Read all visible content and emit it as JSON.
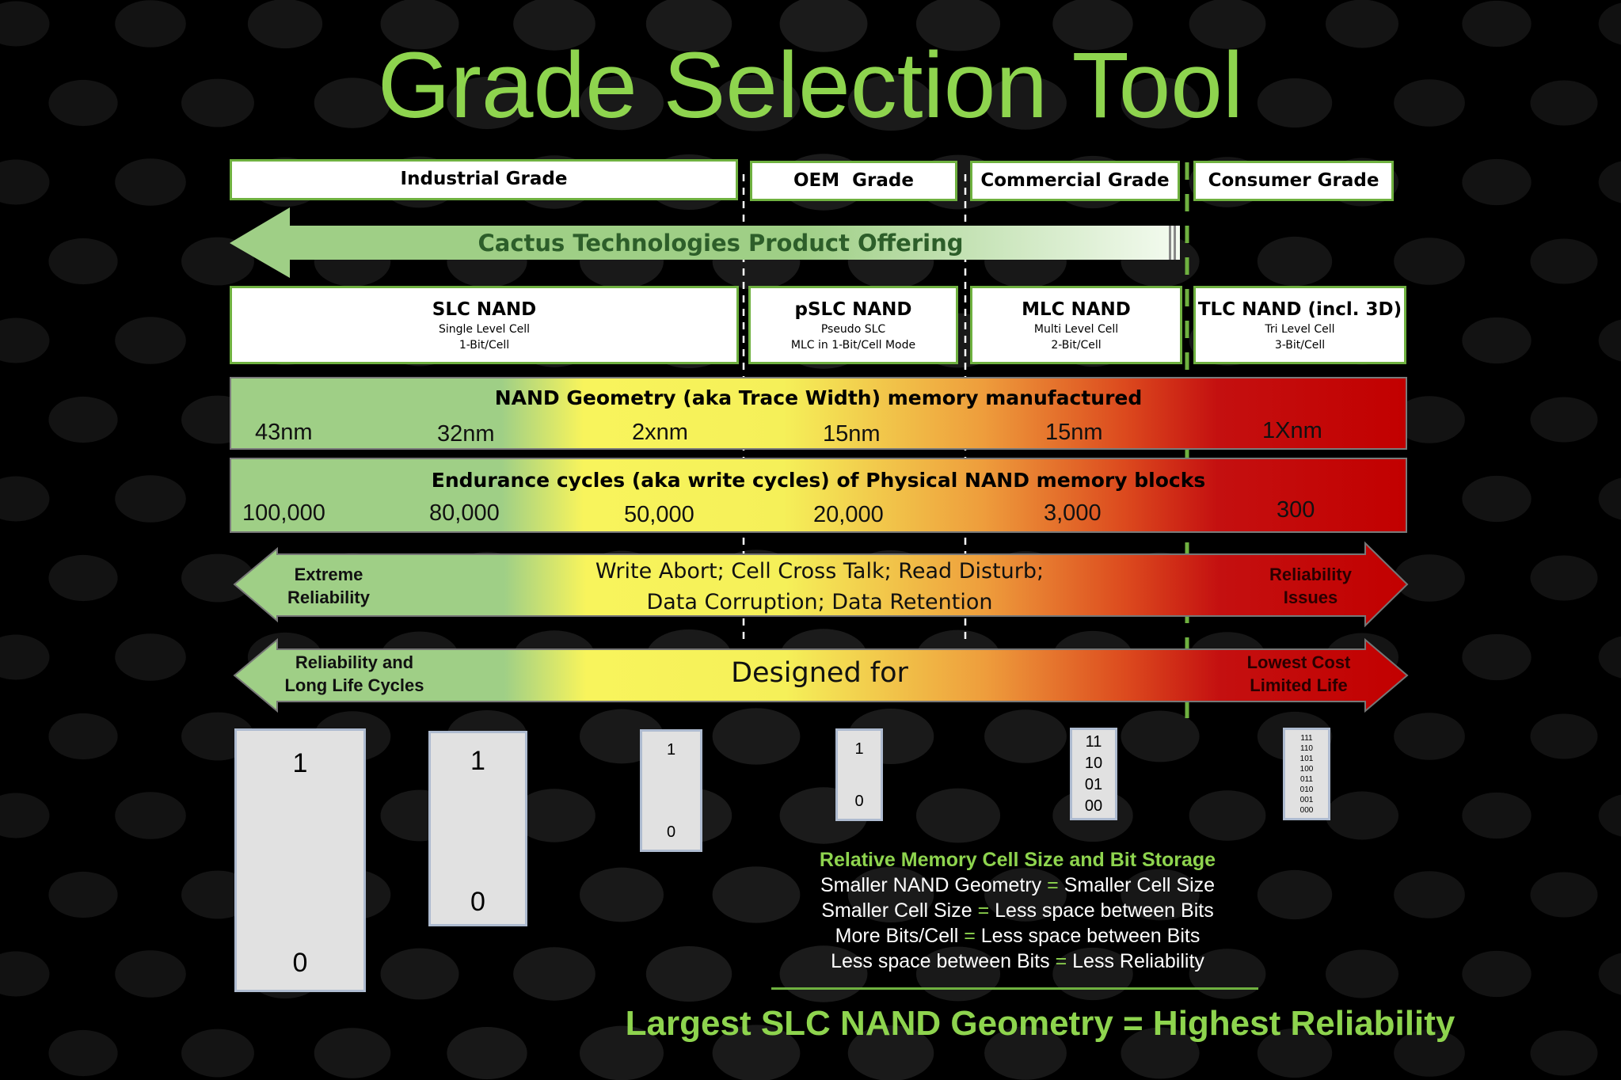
{
  "title": "Grade Selection Tool",
  "grades": {
    "industrial": "Industrial Grade",
    "oem": "OEM  Grade",
    "commercial": "Commercial Grade",
    "consumer": "Consumer Grade"
  },
  "product_offering": "Cactus Technologies Product Offering",
  "nand_types": {
    "slc": {
      "name": "SLC NAND",
      "line1": "Single Level Cell",
      "line2": "1-Bit/Cell"
    },
    "pslc": {
      "name": "pSLC NAND",
      "line1": "Pseudo SLC",
      "line2": "MLC in 1-Bit/Cell Mode"
    },
    "mlc": {
      "name": "MLC NAND",
      "line1": "Multi Level Cell",
      "line2": "2-Bit/Cell"
    },
    "tlc": {
      "name": "TLC NAND (incl. 3D)",
      "line1": "Tri Level Cell",
      "line2": "3-Bit/Cell"
    }
  },
  "geometry": {
    "title": "NAND Geometry (aka Trace Width) memory manufactured",
    "values": [
      "43nm",
      "32nm",
      "2xnm",
      "15nm",
      "15nm",
      "1Xnm"
    ]
  },
  "endurance": {
    "title": "Endurance cycles (aka write cycles) of Physical NAND memory blocks",
    "values": [
      "100,000",
      "80,000",
      "50,000",
      "20,000",
      "3,000",
      "300"
    ]
  },
  "reliability_arrow": {
    "left_1": "Extreme",
    "left_2": "Reliability",
    "center_1": "Write Abort; Cell Cross Talk; Read Disturb;",
    "center_2": "Data Corruption; Data Retention",
    "right_1": "Reliability",
    "right_2": "Issues"
  },
  "designed_arrow": {
    "left_1": "Reliability and",
    "left_2": "Long Life Cycles",
    "center": "Designed for",
    "right_1": "Lowest Cost",
    "right_2": "Limited Life"
  },
  "cells": {
    "c1": {
      "top": "1",
      "bottom": "0"
    },
    "c2": {
      "top": "1",
      "bottom": "0"
    },
    "c3": {
      "top": "1",
      "bottom": "0"
    },
    "c4": {
      "top": "1",
      "bottom": "0"
    },
    "c5": [
      "11",
      "10",
      "01",
      "00"
    ],
    "c6": [
      "111",
      "110",
      "101",
      "100",
      "011",
      "010",
      "001",
      "000"
    ]
  },
  "summary": {
    "heading": "Relative Memory Cell Size and Bit Storage",
    "lines": [
      {
        "a": "Smaller NAND Geometry",
        "b": "Smaller Cell Size"
      },
      {
        "a": "Smaller Cell Size",
        "b": "Less space between Bits"
      },
      {
        "a": "More Bits/Cell",
        "b": "Less space between Bits"
      },
      {
        "a": "Less space between Bits",
        "b": "Less Reliability"
      }
    ],
    "eq": "="
  },
  "bottom_line": "Largest SLC NAND Geometry = Highest Reliability",
  "colors": {
    "accent_green": "#8ed44e",
    "box_border": "#6fb140",
    "arrow_green": "#9fcf86",
    "yellow": "#f8f45c",
    "red": "#c20000"
  }
}
